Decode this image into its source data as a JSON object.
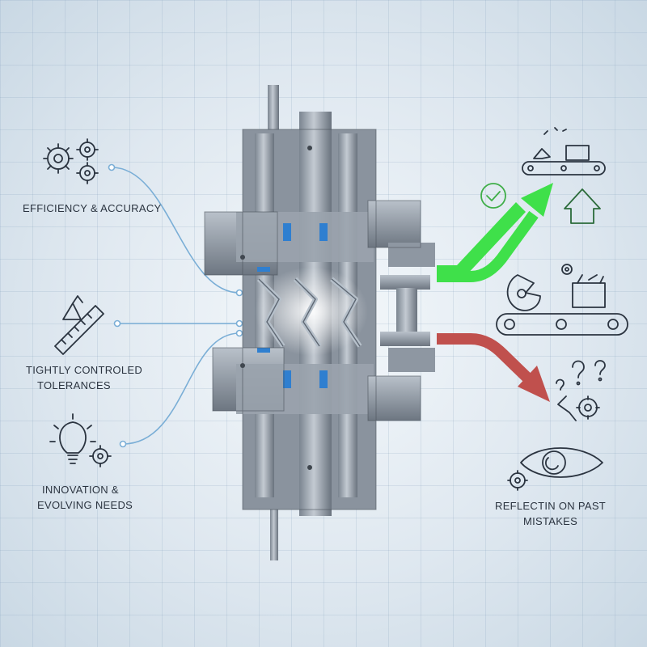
{
  "left_labels": {
    "efficiency": "EFFICIENCY & ACCURACY",
    "tolerances_line1": "TIGHTLY CONTROLED",
    "tolerances_line2": "TOLERANCES",
    "innovation_line1": "INNOVATION &",
    "innovation_line2": "EVOLVING NEEDS"
  },
  "right_labels": {
    "reflection_line1": "REFLECTIN ON PAST",
    "reflection_line2": "MISTAKES"
  },
  "colors": {
    "up_arrow": "#3fe04a",
    "down_arrow": "#c0504d",
    "connector": "#7aaed6",
    "icon_stroke": "#2b3440",
    "metal_dark": "#5e6773",
    "metal_light": "#aab3bd",
    "accent_blue": "#2f7fd0"
  },
  "icons": {
    "efficiency": "gears-icon",
    "tolerances": "ruler-icon",
    "innovation": "lightbulb-gear-icon",
    "success": "check-circle-icon",
    "growth": "up-arrow-icon",
    "conveyor_top": "conveyor-icon",
    "conveyor_mid": "broken-gear-conveyor-icon",
    "questions": "question-marks-icon",
    "reflection": "eye-icon"
  }
}
